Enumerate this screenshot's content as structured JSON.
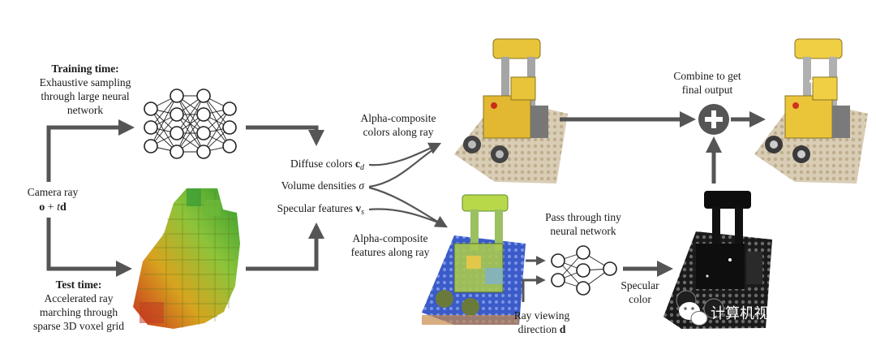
{
  "camera": {
    "line1": "Camera ray",
    "eq_o": "o",
    "eq_plus": " + ",
    "eq_t": "t",
    "eq_d": "d"
  },
  "training": {
    "title": "Training time:",
    "line1": "Exhaustive sampling",
    "line2": "through large neural",
    "line3": "network"
  },
  "test": {
    "title": "Test time:",
    "line1": "Accelerated ray",
    "line2": "marching through",
    "line3": "sparse 3D voxel grid"
  },
  "features": {
    "diffuse": "Diffuse colors ",
    "diffuse_sym": "c",
    "diffuse_sub": "d",
    "density": "Volume densities ",
    "density_sym": "σ",
    "specular": "Specular features ",
    "specular_sym": "v",
    "specular_sub": "s"
  },
  "alpha_colors": {
    "line1": "Alpha-composite",
    "line2": "colors along ray"
  },
  "alpha_features": {
    "line1": "Alpha-composite",
    "line2": "features along ray"
  },
  "tiny_net": {
    "line1": "Pass through tiny",
    "line2": "neural network"
  },
  "view_dir": {
    "line1": "Ray viewing",
    "line2": "direction ",
    "sym": "d"
  },
  "specular_color": {
    "line1": "Specular",
    "line2": "color"
  },
  "combine": {
    "line1": "Combine to get",
    "line2": "final output"
  },
  "watermark": {
    "text": "计算机视觉life"
  },
  "colors": {
    "arrow": "#555555",
    "plus_circle": "#555555",
    "ink": "#1a1a1a"
  }
}
